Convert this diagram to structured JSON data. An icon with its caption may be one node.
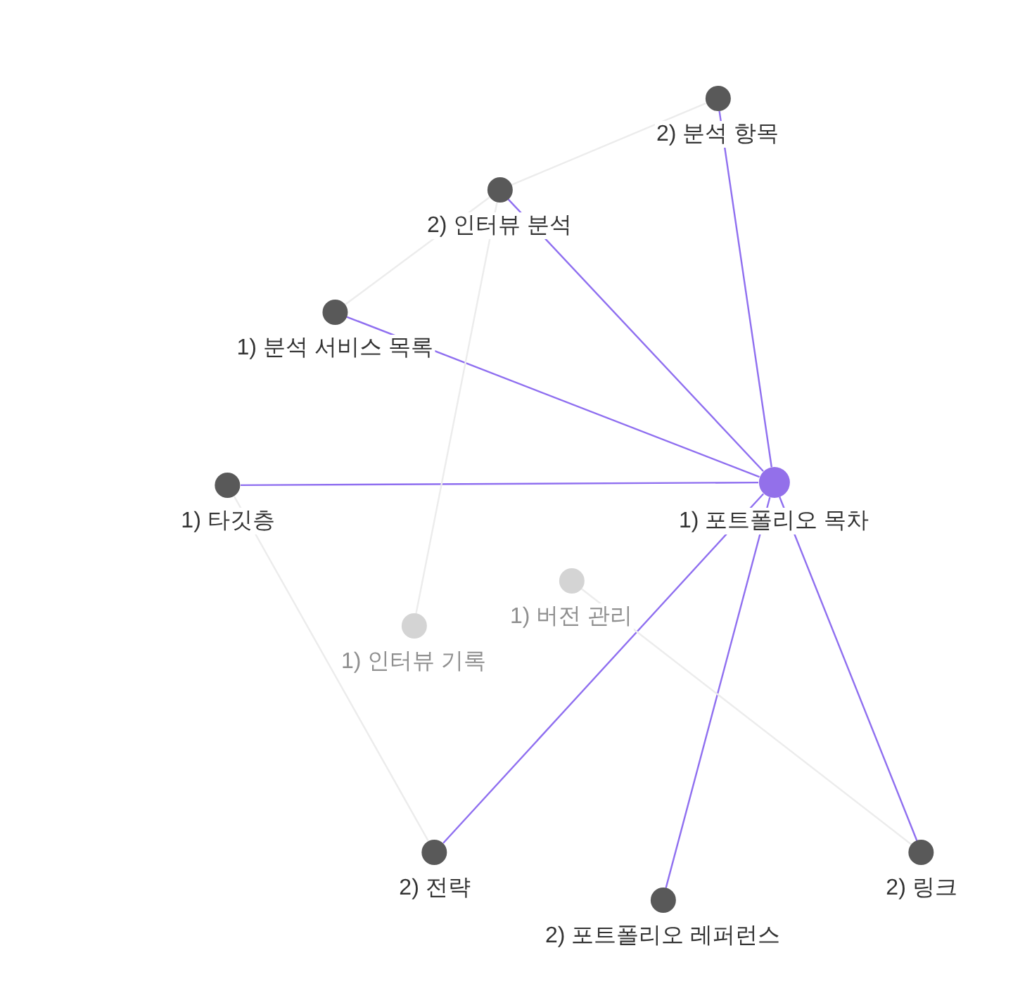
{
  "diagram": {
    "nodes": [
      {
        "text": [
          "2) 분석 항목"
        ]
      },
      {
        "text": [
          "2) 인터뷰 분석"
        ]
      },
      {
        "text": [
          "1) 분석 서비스 목록"
        ]
      },
      {
        "text": [
          "1) 포트폴리오 목차"
        ]
      },
      {
        "text": [
          "1) 타깃층"
        ]
      },
      {
        "text": [
          "1) 버전 관리"
        ]
      },
      {
        "text": [
          "1) 인터뷰 기록"
        ]
      },
      {
        "text": [
          "2) 전략"
        ]
      },
      {
        "text": [
          "2) 링크"
        ]
      },
      {
        "text": [
          "2) 포트폴리오 레퍼런스"
        ]
      }
    ],
    "edges": [
      {
        "from": 3,
        "to": 0,
        "arrow": "none"
      },
      {
        "from": 3,
        "to": 1,
        "arrow": "none"
      },
      {
        "from": 3,
        "to": 2,
        "arrow": "none"
      },
      {
        "from": 3,
        "to": 4,
        "arrow": "none"
      },
      {
        "from": 3,
        "to": 7,
        "arrow": "none"
      },
      {
        "from": 3,
        "to": 9,
        "arrow": "none"
      },
      {
        "from": 3,
        "to": 8,
        "arrow": "none"
      },
      {
        "from": 0,
        "to": 1,
        "arrow": "none",
        "color": "#ececec"
      },
      {
        "from": 1,
        "to": 2,
        "arrow": "none",
        "color": "#ececec"
      },
      {
        "from": 1,
        "to": 6,
        "arrow": "none",
        "color": "#ececec"
      },
      {
        "from": 4,
        "to": 7,
        "arrow": "none",
        "color": "#ececec"
      },
      {
        "from": 5,
        "to": 8,
        "arrow": "none",
        "color": "#ececec"
      }
    ]
  }
}
